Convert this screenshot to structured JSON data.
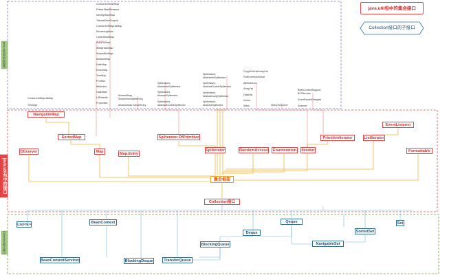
{
  "legend": {
    "collection_interfaces": "java.util包中的集合接口",
    "collection_subinterfaces": "Collection接口的子接口"
  },
  "side_labels": {
    "top": "java.util包中的实现类",
    "middle": "java.util包中的接口",
    "bottom": "Collection的子接口"
  },
  "center": "集合框架",
  "collection": "Collection接口",
  "red_boxes": {
    "navigablemap": "NavigableMap",
    "sortedmap": "SortedMap",
    "map": "Map",
    "observer": "Observer",
    "mapentry": "Map.Entry",
    "spliterator_ofprimitive": "Spliterator.OfPrimitive",
    "spliterator": "Spliterator",
    "randomaccess": "RandomAccess",
    "enumeration": "Enumeration",
    "iterator": "Iterator",
    "primitiveiterator": "PrimitiveIterator",
    "listiterator": "ListIterator",
    "eventlistener": "EventListener",
    "formattable": "Formattable"
  },
  "blue_boxes": {
    "liste": "List<E>",
    "beancontext": "BeanContext",
    "deque": "Deque",
    "qeque": "Qeque",
    "set": "Set",
    "sortedset": "SortedSet",
    "blockingqueue": "BlockingQueue",
    "navigableset": "NavigableSet",
    "beancontextservices": "BeanContextServices",
    "blockingdeque": "BlockingDeque",
    "transferqueue": "TransferQueue"
  },
  "classes": {
    "col1": [
      "ConcurrentHashMap",
      "PrinterStateReasons",
      "IdentityHashMap",
      "TabularDataSupport",
      "ConcurrentSkipListMap",
      "RenderingHints",
      "LinkedHashMap",
      "AuthProvider",
      "WeakHashMap",
      "SimpleBindings",
      "AbstractMap",
      "HashMap",
      "EnumMap",
      "TreeMap",
      "Provider",
      "Attributes",
      "Hashtable",
      "UIDefaults",
      "Properties"
    ],
    "col_left": [
      "ConcurrentSkipListMap",
      "TreeMap"
    ],
    "col2": [
      "AbstractMap,",
      "SimpleImmutableEntry",
      "AbstractMap.SimpleEntry"
    ],
    "col3": [
      "Spliterators,",
      "AbstractIntSpliterator",
      "Spliterators,",
      "AbstractSpliterator",
      "Spliterators,",
      "AbstractDoubleSpliterator"
    ],
    "col4": [
      "Spliterators,",
      "AbstractIntSpliterator",
      "Spliterators,",
      "AbstractDoubleSpliterator",
      "Spliterators,",
      "AbstractLongSpliterator",
      "Spliterators,",
      "AbstractSpliterator"
    ],
    "col5": [
      "CopyOnWriteArrayList",
      "RoleUnresolvedList",
      "AttributeList",
      "ArrayList",
      "DataList",
      "Vector",
      "Stack"
    ],
    "col5b": [
      "StringTokenizer"
    ],
    "col6": [
      "BeanContextSupport,",
      "BCSIterator",
      "EventRouterDelegate",
      "Scanner"
    ]
  }
}
